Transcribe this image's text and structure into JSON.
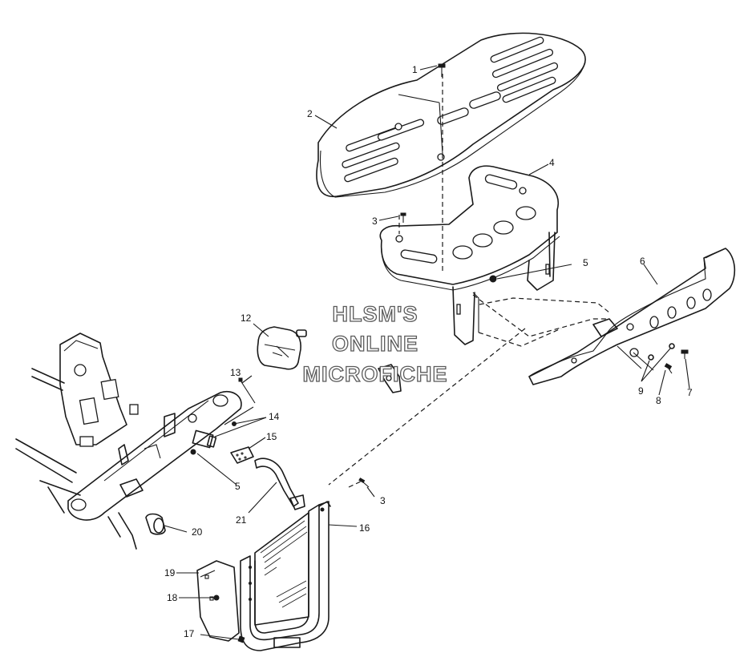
{
  "callouts": [
    {
      "id": "c1",
      "label": "1"
    },
    {
      "id": "c2",
      "label": "2"
    },
    {
      "id": "c3a",
      "label": "3"
    },
    {
      "id": "c4",
      "label": "4"
    },
    {
      "id": "c5a",
      "label": "5"
    },
    {
      "id": "c6",
      "label": "6"
    },
    {
      "id": "c7",
      "label": "7"
    },
    {
      "id": "c8",
      "label": "8"
    },
    {
      "id": "c9",
      "label": "9"
    },
    {
      "id": "c12",
      "label": "12"
    },
    {
      "id": "c13",
      "label": "13"
    },
    {
      "id": "c14",
      "label": "14"
    },
    {
      "id": "c15",
      "label": "15"
    },
    {
      "id": "c5b",
      "label": "5"
    },
    {
      "id": "c3b",
      "label": "3"
    },
    {
      "id": "c21",
      "label": "21"
    },
    {
      "id": "c16",
      "label": "16"
    },
    {
      "id": "c20",
      "label": "20"
    },
    {
      "id": "c19",
      "label": "19"
    },
    {
      "id": "c18",
      "label": "18"
    },
    {
      "id": "c17",
      "label": "17"
    }
  ],
  "watermark": {
    "line1": "HLSM'S",
    "line2": "ONLINE",
    "line3": "MICROFICHE",
    "color": "#5a5a5a"
  },
  "colors": {
    "line": "#1a1a1a",
    "background": "#ffffff"
  }
}
